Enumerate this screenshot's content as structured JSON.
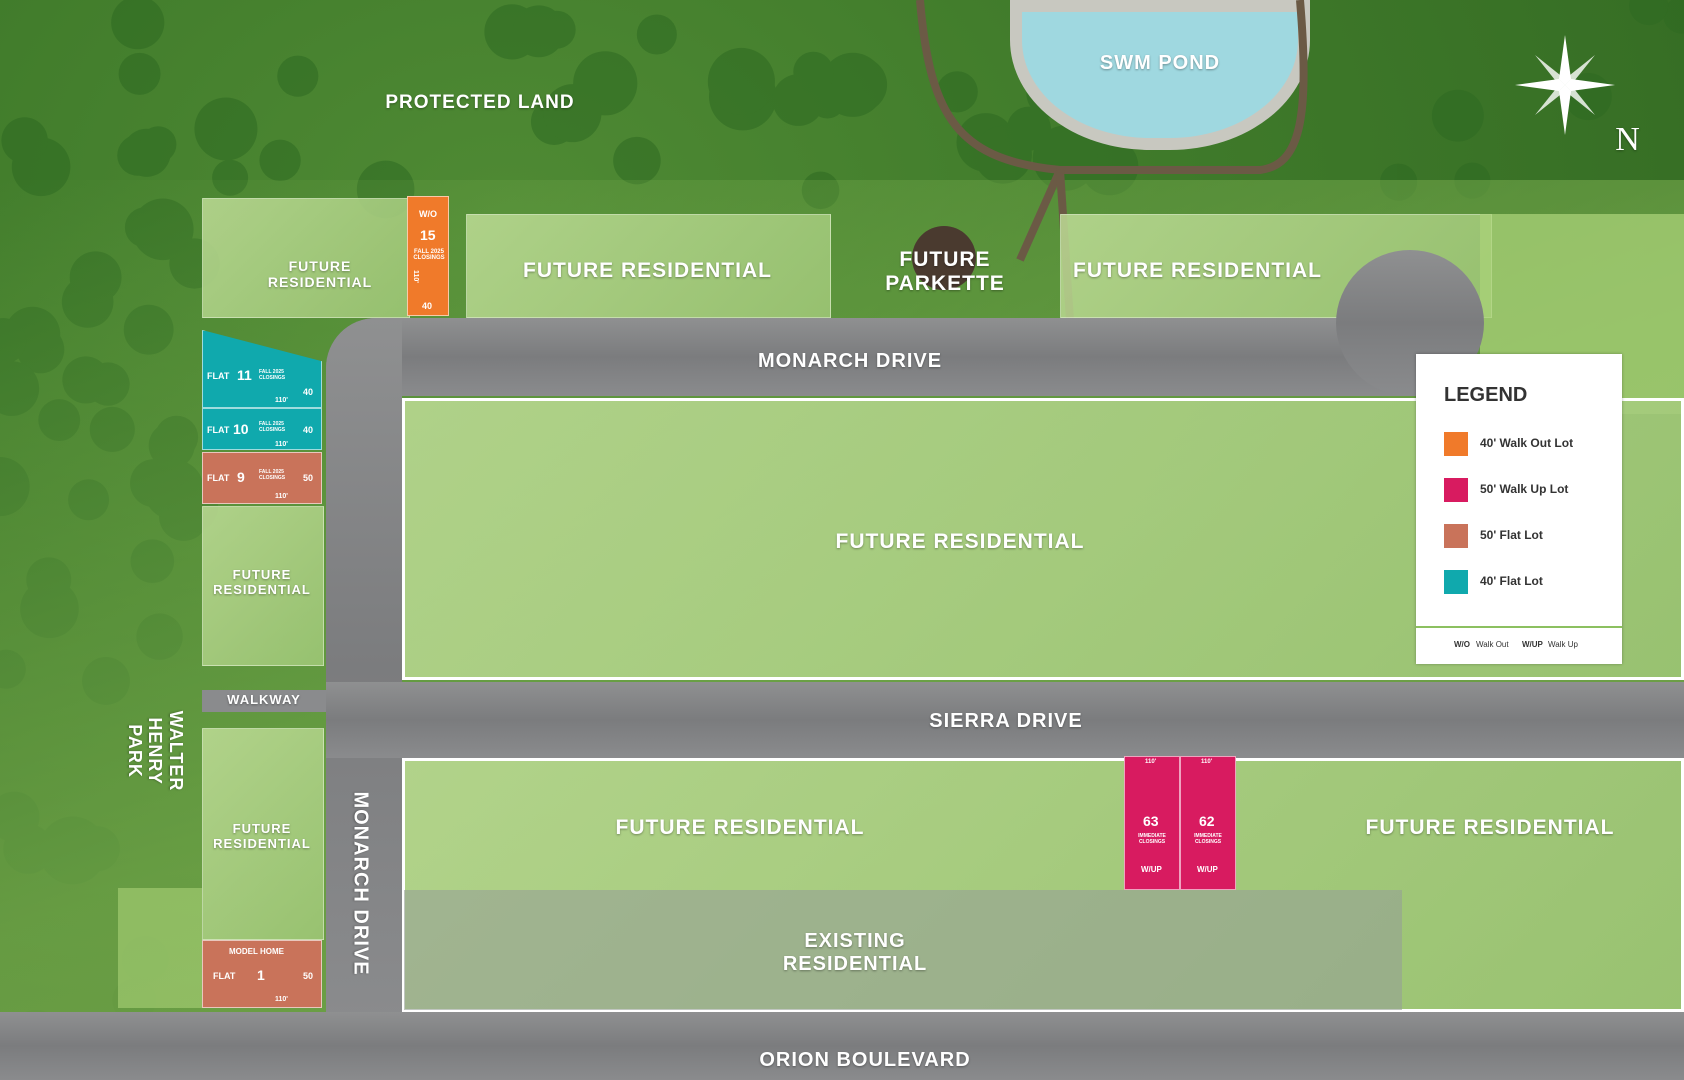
{
  "labels": {
    "protected_land": "PROTECTED LAND",
    "swm_pond": "SWM POND",
    "future_parkette": "FUTURE\nPARKETTE",
    "fr_top_left": "FUTURE\nRESIDENTIAL",
    "fr_top_mid": "FUTURE RESIDENTIAL",
    "fr_top_right": "FUTURE RESIDENTIAL",
    "fr_center": "FUTURE RESIDENTIAL",
    "fr_left_mid": "FUTURE\nRESIDENTIAL",
    "fr_left_low": "FUTURE\nRESIDENTIAL",
    "fr_bottom_left": "FUTURE RESIDENTIAL",
    "fr_bottom_right": "FUTURE RESIDENTIAL",
    "existing_residential": "EXISTING\nRESIDENTIAL",
    "walkway": "WALKWAY",
    "walter_henry_park": "WALTER\nHENRY\nPARK",
    "compass_n": "N"
  },
  "roads": {
    "monarch_top": "MONARCH DRIVE",
    "monarch_side": "MONARCH DRIVE",
    "sierra": "SIERRA DRIVE",
    "orion": "ORION BOULEVARD"
  },
  "lots": {
    "lot15": {
      "type": "W/O",
      "number": "15",
      "note": "FALL 2025\nCLOSINGS",
      "depth": "110'",
      "width": "40"
    },
    "lot11": {
      "type": "FLAT",
      "number": "11",
      "note": "FALL 2025\nCLOSINGS",
      "depth": "110'",
      "width": "40"
    },
    "lot10": {
      "type": "FLAT",
      "number": "10",
      "note": "FALL 2025\nCLOSINGS",
      "depth": "110'",
      "width": "40"
    },
    "lot9": {
      "type": "FLAT",
      "number": "9",
      "note": "FALL 2025\nCLOSINGS",
      "depth": "110'",
      "width": "50"
    },
    "lot1": {
      "type": "FLAT",
      "number": "1",
      "label": "MODEL HOME",
      "depth": "110'",
      "width": "50"
    },
    "lot63": {
      "number": "63",
      "note": "IMMEDIATE\nCLOSINGS",
      "type": "W/UP",
      "depth": "110'"
    },
    "lot62": {
      "number": "62",
      "note": "IMMEDIATE\nCLOSINGS",
      "type": "W/UP",
      "depth": "110'"
    }
  },
  "legend": {
    "title": "LEGEND",
    "items": [
      {
        "label": "40' Walk Out Lot",
        "color": "#f07a2a"
      },
      {
        "label": "50' Walk Up Lot",
        "color": "#d81b60"
      },
      {
        "label": "50' Flat Lot",
        "color": "#c9735a"
      },
      {
        "label": "40' Flat Lot",
        "color": "#10a9ad"
      }
    ],
    "footnote_wo_abbr": "W/O",
    "footnote_wo": "Walk Out",
    "footnote_wup_abbr": "W/UP",
    "footnote_wup": "Walk Up"
  },
  "colors": {
    "walkout": "#f07a2a",
    "walkup": "#d81b60",
    "flat50": "#c9735a",
    "flat40": "#10a9ad"
  }
}
